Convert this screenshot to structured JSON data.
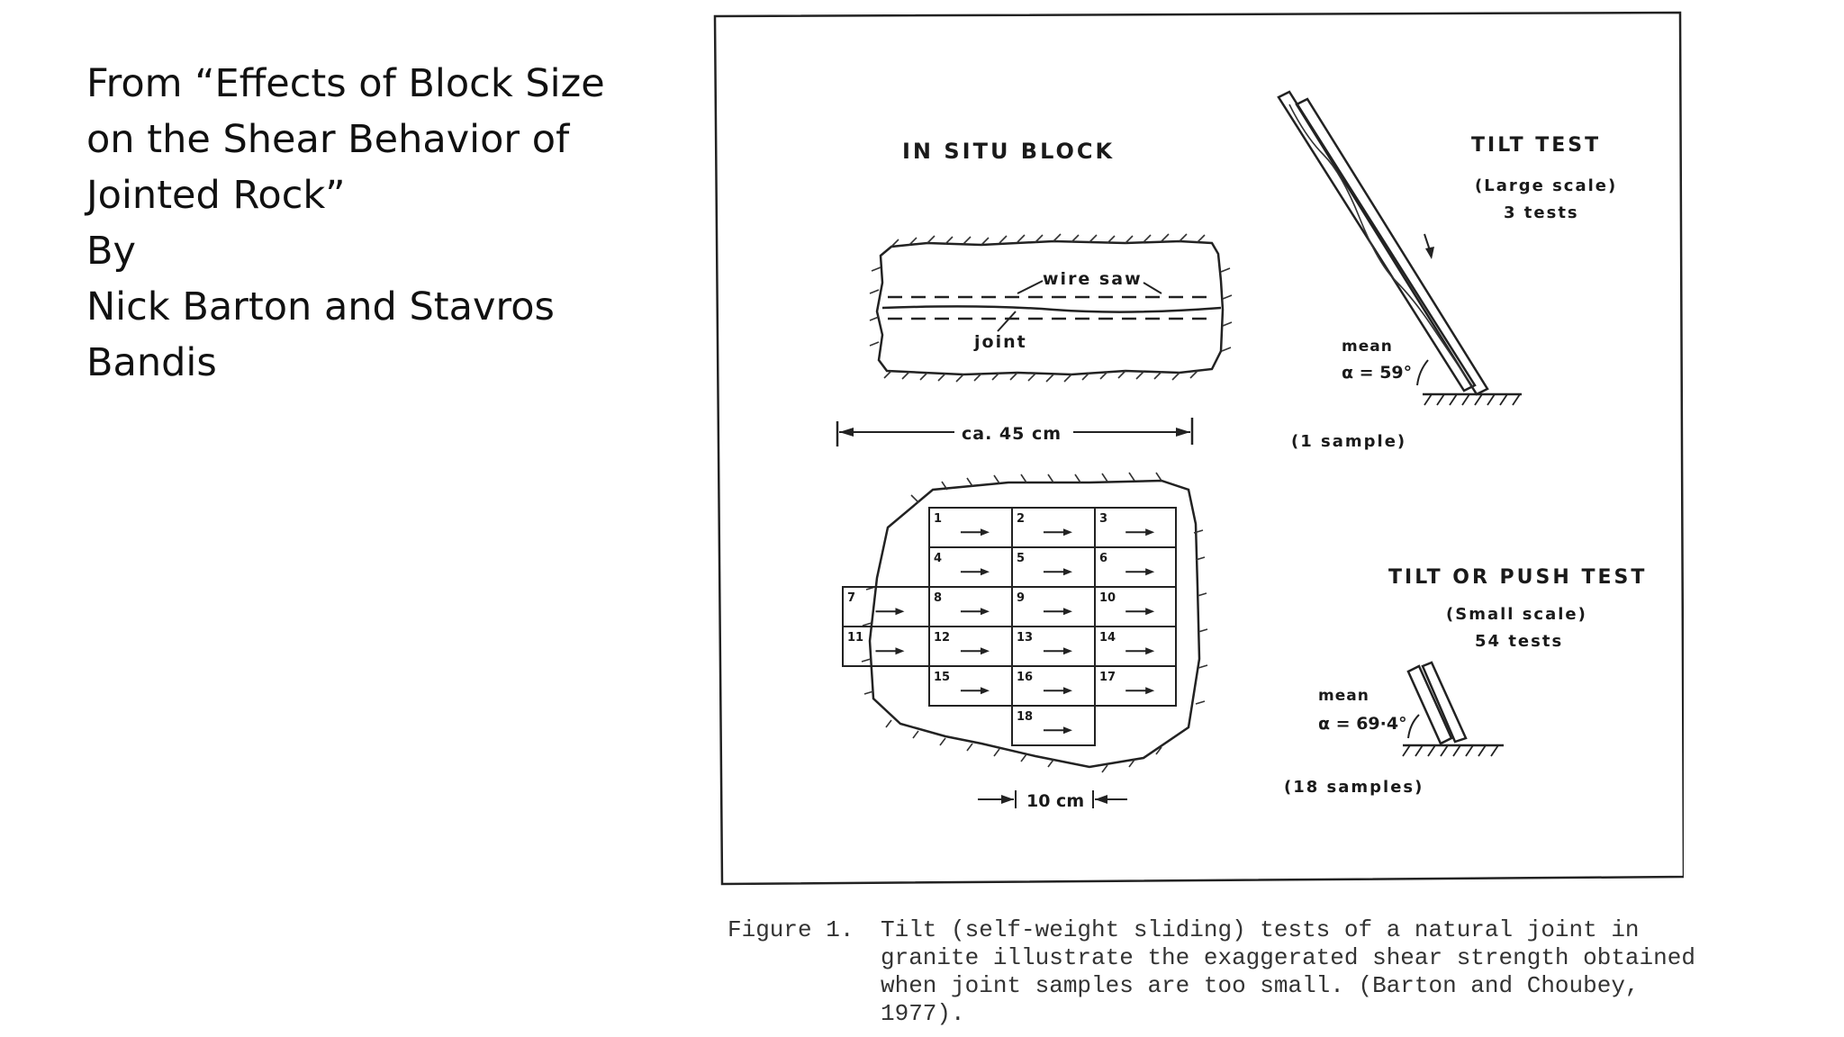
{
  "title": {
    "lines": [
      "From “Effects of Block Size",
      "on the Shear Behavior of",
      "Jointed Rock”",
      "By",
      "Nick Barton and Stavros",
      "Bandis"
    ]
  },
  "figure": {
    "in_situ_heading": "IN SITU BLOCK",
    "wire_saw_label": "wire saw",
    "joint_label": "joint",
    "block_dimension": "ca. 45 cm",
    "cell_dimension": "10 cm",
    "sample_numbers": [
      "1",
      "2",
      "3",
      "4",
      "5",
      "6",
      "7",
      "8",
      "9",
      "10",
      "11",
      "12",
      "13",
      "14",
      "15",
      "16",
      "17",
      "18"
    ],
    "tilt_test": {
      "heading": "TILT TEST",
      "scale": "(Large scale)",
      "tests": "3 tests",
      "mean_label": "mean",
      "alpha": "α = 59°",
      "samples": "(1 sample)"
    },
    "push_test": {
      "heading": "TILT OR PUSH TEST",
      "scale": "(Small scale)",
      "tests": "54 tests",
      "mean_label": "mean",
      "alpha": "α = 69·4°",
      "samples": "(18 samples)"
    }
  },
  "caption": {
    "label": "Figure 1.",
    "lines": [
      "Tilt (self-weight sliding) tests of a natural joint in",
      "granite illustrate the exaggerated shear strength obtained",
      "when joint samples are too small.  (Barton and Choubey,",
      "1977)."
    ]
  }
}
